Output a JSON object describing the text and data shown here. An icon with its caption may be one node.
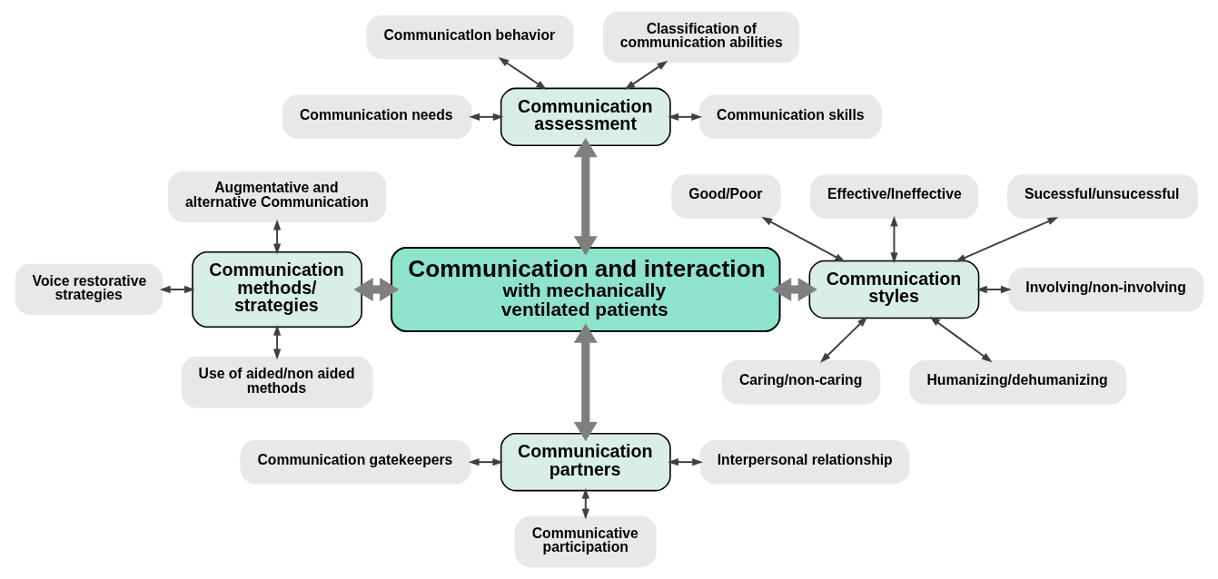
{
  "diagram": {
    "nodes": [
      {
        "text": [
          "Communication and interaction",
          "with mechanically ventilated patients"
        ]
      },
      {
        "text": [
          "Communication assessment"
        ]
      },
      {
        "text": [
          "Communication methods/ strategies"
        ]
      },
      {
        "text": [
          "Communication styles"
        ]
      },
      {
        "text": [
          "Communication partners"
        ]
      },
      {
        "text": [
          "Communicatlon behavior"
        ]
      },
      {
        "text": [
          "Classification of communication abilities"
        ]
      },
      {
        "text": [
          "Communication needs"
        ]
      },
      {
        "text": [
          "Communication skills"
        ]
      },
      {
        "text": [
          "Augmentative and alternative Communication"
        ]
      },
      {
        "text": [
          "Voice restorative strategies"
        ]
      },
      {
        "text": [
          "Use of aided/non aided methods"
        ]
      },
      {
        "text": [
          "Good/Poor"
        ]
      },
      {
        "text": [
          "Effective/Ineffective"
        ]
      },
      {
        "text": [
          "Sucessful/unsucessful"
        ]
      },
      {
        "text": [
          "Involving/non-involving"
        ]
      },
      {
        "text": [
          "Caring/non-caring"
        ]
      },
      {
        "text": [
          "Humanizing/dehumanizing"
        ]
      },
      {
        "text": [
          "Communication gatekeepers"
        ]
      },
      {
        "text": [
          "Interpersonal relationship"
        ]
      },
      {
        "text": [
          "Communicative participation"
        ]
      }
    ],
    "edges": [
      {
        "from": 1,
        "to": 0,
        "arrow": "both",
        "style": "thick",
        "color": "#7f7f7f"
      },
      {
        "from": 2,
        "to": 0,
        "arrow": "both",
        "style": "thick",
        "color": "#7f7f7f"
      },
      {
        "from": 0,
        "to": 3,
        "arrow": "both",
        "style": "thick",
        "color": "#7f7f7f"
      },
      {
        "from": 0,
        "to": 4,
        "arrow": "both",
        "style": "thick",
        "color": "#7f7f7f"
      },
      {
        "from": 5,
        "to": 1,
        "arrow": "both"
      },
      {
        "from": 6,
        "to": 1,
        "arrow": "both"
      },
      {
        "from": 7,
        "to": 1,
        "arrow": "both"
      },
      {
        "from": 1,
        "to": 8,
        "arrow": "both"
      },
      {
        "from": 9,
        "to": 2,
        "arrow": "both"
      },
      {
        "from": 10,
        "to": 2,
        "arrow": "both"
      },
      {
        "from": 2,
        "to": 11,
        "arrow": "both"
      },
      {
        "from": 12,
        "to": 3,
        "arrow": "both"
      },
      {
        "from": 13,
        "to": 3,
        "arrow": "both"
      },
      {
        "from": 14,
        "to": 3,
        "arrow": "both"
      },
      {
        "from": 3,
        "to": 15,
        "arrow": "both"
      },
      {
        "from": 3,
        "to": 16,
        "arrow": "both"
      },
      {
        "from": 3,
        "to": 17,
        "arrow": "both"
      },
      {
        "from": 18,
        "to": 4,
        "arrow": "both"
      },
      {
        "from": 4,
        "to": 19,
        "arrow": "both"
      },
      {
        "from": 4,
        "to": 20,
        "arrow": "both"
      }
    ]
  }
}
